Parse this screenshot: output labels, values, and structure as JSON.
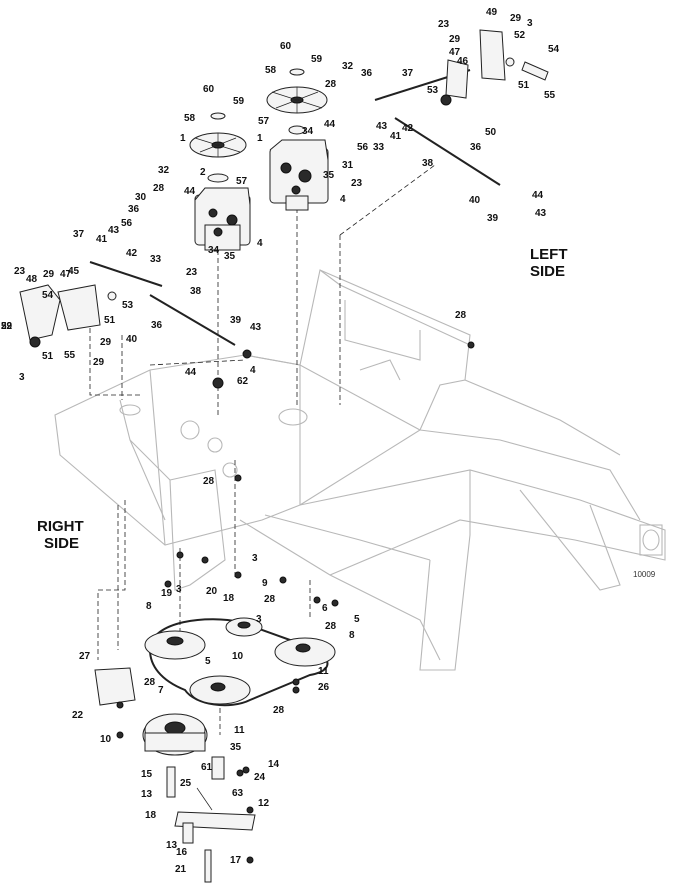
{
  "sides": {
    "left": [
      "LEFT",
      "SIDE"
    ],
    "right": [
      "RIGHT",
      "SIDE"
    ]
  },
  "figure_ref": "10009",
  "callouts": [
    {
      "id": "c1",
      "text": "23"
    },
    {
      "id": "c2",
      "text": "49"
    },
    {
      "id": "c3",
      "text": "29"
    },
    {
      "id": "c4",
      "text": "3"
    },
    {
      "id": "c5",
      "text": "52"
    },
    {
      "id": "c6",
      "text": "29"
    },
    {
      "id": "c7",
      "text": "54"
    },
    {
      "id": "c8",
      "text": "46"
    },
    {
      "id": "c9",
      "text": "47"
    },
    {
      "id": "c10",
      "text": "51"
    },
    {
      "id": "c11",
      "text": "55"
    },
    {
      "id": "c12",
      "text": "60"
    },
    {
      "id": "c13",
      "text": "59"
    },
    {
      "id": "c14",
      "text": "58"
    },
    {
      "id": "c15",
      "text": "32"
    },
    {
      "id": "c16",
      "text": "36"
    },
    {
      "id": "c17",
      "text": "37"
    },
    {
      "id": "c18",
      "text": "53"
    },
    {
      "id": "c19",
      "text": "28"
    },
    {
      "id": "c20",
      "text": "44"
    },
    {
      "id": "c21",
      "text": "43"
    },
    {
      "id": "c22",
      "text": "41"
    },
    {
      "id": "c23",
      "text": "42"
    },
    {
      "id": "c24",
      "text": "50"
    },
    {
      "id": "c25",
      "text": "56"
    },
    {
      "id": "c26",
      "text": "33"
    },
    {
      "id": "c27",
      "text": "36"
    },
    {
      "id": "c28",
      "text": "57"
    },
    {
      "id": "c29",
      "text": "34"
    },
    {
      "id": "c30",
      "text": "1"
    },
    {
      "id": "c31",
      "text": "31"
    },
    {
      "id": "c32",
      "text": "35"
    },
    {
      "id": "c33",
      "text": "23"
    },
    {
      "id": "c34",
      "text": "38"
    },
    {
      "id": "c35",
      "text": "4"
    },
    {
      "id": "c36",
      "text": "40"
    },
    {
      "id": "c37",
      "text": "44"
    },
    {
      "id": "c38",
      "text": "39"
    },
    {
      "id": "c39",
      "text": "43"
    },
    {
      "id": "c40",
      "text": "60"
    },
    {
      "id": "c41",
      "text": "59"
    },
    {
      "id": "c42",
      "text": "58"
    },
    {
      "id": "c43",
      "text": "1"
    },
    {
      "id": "c44",
      "text": "32"
    },
    {
      "id": "c45",
      "text": "2"
    },
    {
      "id": "c46",
      "text": "57"
    },
    {
      "id": "c47",
      "text": "28"
    },
    {
      "id": "c48",
      "text": "44"
    },
    {
      "id": "c49",
      "text": "30"
    },
    {
      "id": "c50",
      "text": "36"
    },
    {
      "id": "c51",
      "text": "56"
    },
    {
      "id": "c52",
      "text": "43"
    },
    {
      "id": "c53",
      "text": "37"
    },
    {
      "id": "c54",
      "text": "41"
    },
    {
      "id": "c55",
      "text": "42"
    },
    {
      "id": "c56",
      "text": "33"
    },
    {
      "id": "c57",
      "text": "34"
    },
    {
      "id": "c58",
      "text": "35"
    },
    {
      "id": "c59",
      "text": "4"
    },
    {
      "id": "c60",
      "text": "23"
    },
    {
      "id": "c61",
      "text": "23"
    },
    {
      "id": "c62",
      "text": "48"
    },
    {
      "id": "c63",
      "text": "47"
    },
    {
      "id": "c64",
      "text": "45"
    },
    {
      "id": "c65",
      "text": "29"
    },
    {
      "id": "c66",
      "text": "54"
    },
    {
      "id": "c67",
      "text": "53"
    },
    {
      "id": "c68",
      "text": "36"
    },
    {
      "id": "c69",
      "text": "38"
    },
    {
      "id": "c70",
      "text": "51"
    },
    {
      "id": "c71",
      "text": "29"
    },
    {
      "id": "c72",
      "text": "52"
    },
    {
      "id": "c73",
      "text": "51"
    },
    {
      "id": "c74",
      "text": "55"
    },
    {
      "id": "c75",
      "text": "3"
    },
    {
      "id": "c76",
      "text": "29"
    },
    {
      "id": "c77",
      "text": "29"
    },
    {
      "id": "c78",
      "text": "40"
    },
    {
      "id": "c79",
      "text": "39"
    },
    {
      "id": "c80",
      "text": "43"
    },
    {
      "id": "c81",
      "text": "4"
    },
    {
      "id": "c82",
      "text": "44"
    },
    {
      "id": "c83",
      "text": "62"
    },
    {
      "id": "c84",
      "text": "28"
    },
    {
      "id": "c85",
      "text": "28"
    },
    {
      "id": "c86",
      "text": "3"
    },
    {
      "id": "c87",
      "text": "3"
    },
    {
      "id": "c88",
      "text": "20"
    },
    {
      "id": "c89",
      "text": "9"
    },
    {
      "id": "c90",
      "text": "19"
    },
    {
      "id": "c91",
      "text": "18"
    },
    {
      "id": "c92",
      "text": "28"
    },
    {
      "id": "c93",
      "text": "6"
    },
    {
      "id": "c94",
      "text": "8"
    },
    {
      "id": "c95",
      "text": "3"
    },
    {
      "id": "c96",
      "text": "28"
    },
    {
      "id": "c97",
      "text": "5"
    },
    {
      "id": "c98",
      "text": "8"
    },
    {
      "id": "c99",
      "text": "5"
    },
    {
      "id": "c100",
      "text": "10"
    },
    {
      "id": "c101",
      "text": "11"
    },
    {
      "id": "c102",
      "text": "26"
    },
    {
      "id": "c103",
      "text": "27"
    },
    {
      "id": "c104",
      "text": "28"
    },
    {
      "id": "c105",
      "text": "22"
    },
    {
      "id": "c106",
      "text": "7"
    },
    {
      "id": "c107",
      "text": "28"
    },
    {
      "id": "c108",
      "text": "10"
    },
    {
      "id": "c109",
      "text": "11"
    },
    {
      "id": "c110",
      "text": "35"
    },
    {
      "id": "c111",
      "text": "14"
    },
    {
      "id": "c112",
      "text": "61"
    },
    {
      "id": "c113",
      "text": "24"
    },
    {
      "id": "c114",
      "text": "15"
    },
    {
      "id": "c115",
      "text": "25"
    },
    {
      "id": "c116",
      "text": "13"
    },
    {
      "id": "c117",
      "text": "63"
    },
    {
      "id": "c118",
      "text": "18"
    },
    {
      "id": "c119",
      "text": "12"
    },
    {
      "id": "c120",
      "text": "13"
    },
    {
      "id": "c121",
      "text": "16"
    },
    {
      "id": "c122",
      "text": "17"
    },
    {
      "id": "c123",
      "text": "21"
    }
  ]
}
